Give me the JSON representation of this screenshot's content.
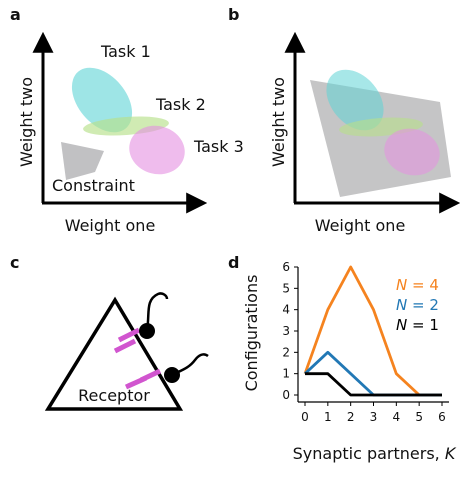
{
  "colors": {
    "task1": "#5ed3d5",
    "task2": "#b7e08a",
    "task3": "#e58fe1",
    "constraint": "#b6b6b8",
    "receptor": "#d155cf",
    "n4": "#f5831f",
    "n2": "#2278b5",
    "n1": "#000000",
    "label_task1": "#3cc8c8",
    "label_task2": "#8dc63f",
    "label_task3": "#c83cc8"
  },
  "panel_a": {
    "label": "a",
    "task1": "Task 1",
    "task2": "Task 2",
    "task3": "Task 3",
    "constraint": "Constraint",
    "xlabel": "Weight one",
    "ylabel": "Weight two"
  },
  "panel_b": {
    "label": "b",
    "xlabel": "Weight one",
    "ylabel": "Weight two"
  },
  "panel_c": {
    "label": "c",
    "receptor": "Receptor"
  },
  "panel_d": {
    "label": "d"
  },
  "chart_data": {
    "type": "line",
    "xlabel": "Synaptic partners, K",
    "ylabel": "Configurations",
    "xlim": [
      0,
      6
    ],
    "ylim": [
      0,
      6
    ],
    "xticks": [
      0,
      1,
      2,
      3,
      4,
      5,
      6
    ],
    "yticks": [
      0,
      1,
      2,
      3,
      4,
      5,
      6
    ],
    "series": [
      {
        "name": "N = 4",
        "x": [
          0,
          1,
          2,
          3,
          4,
          5,
          6
        ],
        "values": [
          1,
          4,
          6,
          4,
          1,
          0,
          0
        ]
      },
      {
        "name": "N = 2",
        "x": [
          0,
          1,
          2,
          3,
          4,
          5,
          6
        ],
        "values": [
          1,
          2,
          1,
          0,
          0,
          0,
          0
        ]
      },
      {
        "name": "N = 1",
        "x": [
          0,
          1,
          2,
          3,
          4,
          5,
          6
        ],
        "values": [
          1,
          1,
          0,
          0,
          0,
          0,
          0
        ]
      }
    ]
  }
}
